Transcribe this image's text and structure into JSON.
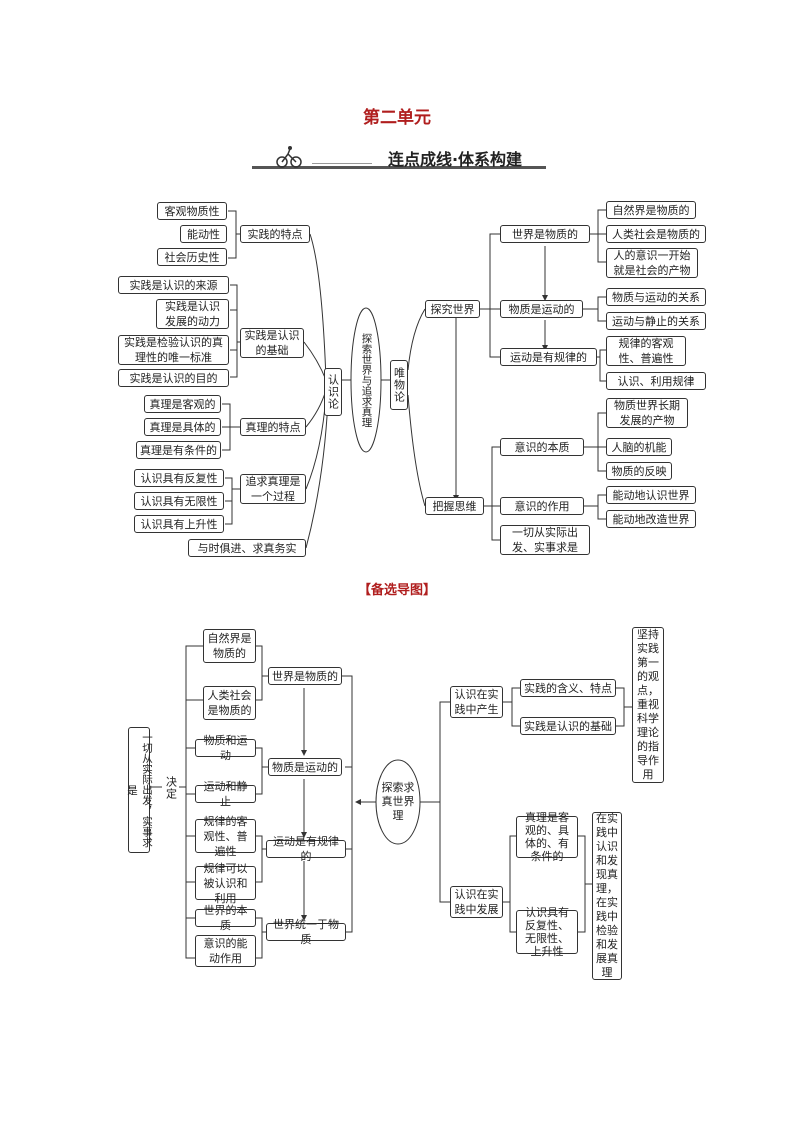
{
  "header": {
    "unit_title": "第二单元",
    "banner": "连点成线·体系构建"
  },
  "map1": {
    "center": "探索世界与追求真理",
    "renshilun": "认识论",
    "weiwulun": "唯物论",
    "left": {
      "t1": "实践的特点",
      "t1_items": [
        "客观物质性",
        "能动性",
        "社会历史性"
      ],
      "t2": "实践是认识的基础",
      "t2_items": [
        "实践是认识的来源",
        "实践是认识发展的动力",
        "实践是检验认识的真理性的唯一标准",
        "实践是认识的目的"
      ],
      "t3": "真理的特点",
      "t3_items": [
        "真理是客观的",
        "真理是具体的",
        "真理是有条件的"
      ],
      "t4": "追求真理是一个过程",
      "t4_items": [
        "认识具有反复性",
        "认识具有无限性",
        "认识具有上升性"
      ],
      "t5": "与时俱进、求真务实"
    },
    "right": {
      "explore": "探究世界",
      "grasp": "把握思维",
      "w1": "世界是物质的",
      "w1_items": [
        "自然界是物质的",
        "人类社会是物质的",
        "人的意识一开始就是社会的产物"
      ],
      "w2": "物质是运动的",
      "w2_items": [
        "物质与运动的关系",
        "运动与静止的关系"
      ],
      "w3": "运动是有规律的",
      "w3_items": [
        "规律的客观性、普遍性",
        "认识、利用规律"
      ],
      "c1": "意识的本质",
      "c1_items": [
        "物质世界长期发展的产物",
        "人脑的机能",
        "物质的反映"
      ],
      "c2": "意识的作用",
      "c2_items": [
        "能动地认识世界",
        "能动地改造世界"
      ],
      "c3": "一切从实际出发、实事求是"
    }
  },
  "optional_title": "【备选导图】",
  "map2": {
    "center": "探索求真世界理",
    "left_far": "一切从实际出发，实事求是",
    "decide": "决定",
    "chain": [
      "世界是物质的",
      "物质是运动的",
      "运动是有规律的",
      "世界统一于物质"
    ],
    "leaves": [
      "自然界是物质的",
      "人类社会是物质的",
      "物质和运动",
      "运动和静止",
      "规律的客观性、普遍性",
      "规律可以被认识和利用",
      "世界的本质",
      "意识的能动作用"
    ],
    "r1": "认识在实践中产生",
    "r1_items": [
      "实践的含义、特点",
      "实践是认识的基础"
    ],
    "r1_far": "坚持实践第一的观点，重视科学理论的指导作用",
    "r2": "认识在实践中发展",
    "r2_items": [
      "真理是客观的、具体的、有条件的",
      "认识具有反复性、无限性、上升性"
    ],
    "r2_far": "在实践中认识和发现真理，在实践中检验和发展真理"
  }
}
